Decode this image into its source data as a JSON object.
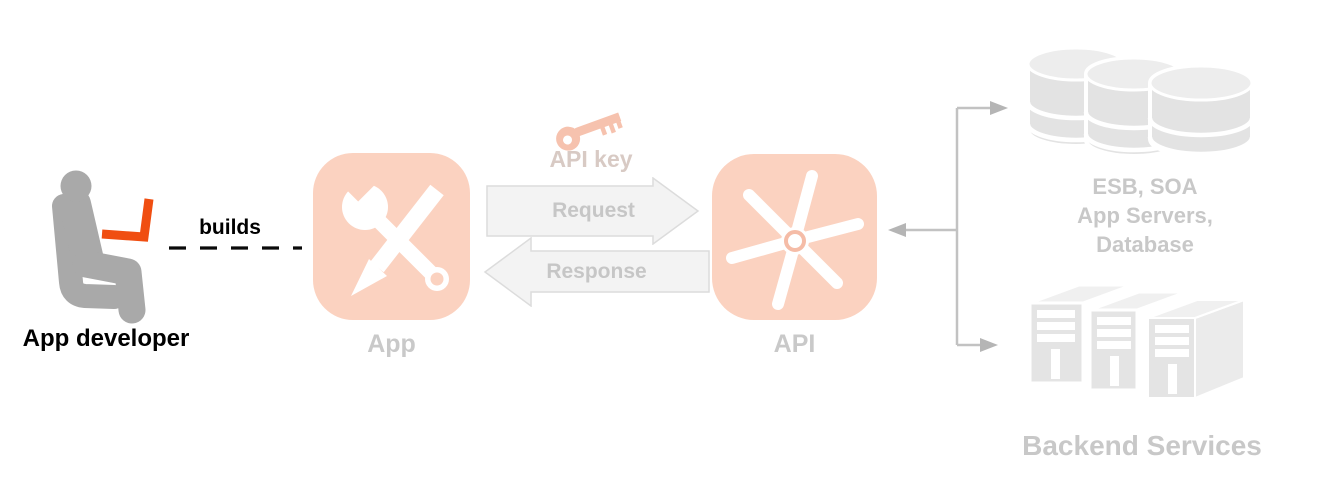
{
  "diagram": {
    "description_domain": "api-architecture-flow-diagram",
    "nodes": {
      "developer": {
        "label": "App developer",
        "icon": "person-at-laptop-icon"
      },
      "app": {
        "label": "App",
        "icon": "wrench-and-pencil-icon"
      },
      "api_key": {
        "label": "API key",
        "icon": "key-icon"
      },
      "api": {
        "label": "API",
        "icon": "spoked-gear-icon"
      },
      "esb": {
        "line1": "ESB, SOA",
        "line2": "App Servers,",
        "line3": "Database",
        "icon": "database-stack-icon"
      },
      "backend": {
        "label": "Backend Services",
        "icon": "server-towers-icon"
      }
    },
    "edges": {
      "builds": {
        "label": "builds",
        "style": "dashed-black-line"
      },
      "request": {
        "label": "Request",
        "style": "block-arrow-right"
      },
      "response": {
        "label": "Response",
        "style": "block-arrow-left"
      },
      "backend_links": {
        "style": "elbow-connector-gray",
        "arrowheads": [
          "to-databases",
          "to-api",
          "to-servers"
        ]
      }
    },
    "colors": {
      "accent_orange": "#F04E11",
      "icon_background_salmon": "#FBD2C0",
      "icon_glyph_white": "#FFFFFF",
      "key_salmon": "#F6C2AE",
      "gear_ring_salmon": "#F5BCA7",
      "faded_label_gray": "#C9C9C9",
      "right_label_gray": "#C8C8C8",
      "api_key_label_warm_gray": "#D8CAC4",
      "arrow_fill": "#F3F3F3",
      "arrow_border": "#DCDCDC",
      "arrow_text_gray": "#C6C6C6",
      "asset_gray": "#E3E3E3",
      "asset_gray_light": "#EDEDED",
      "connector_gray": "#C2C2C2",
      "arrowhead_gray": "#B5B5B5",
      "figure_gray": "#A9A9A9",
      "text_black": "#000000",
      "background": "#FFFFFF"
    }
  }
}
